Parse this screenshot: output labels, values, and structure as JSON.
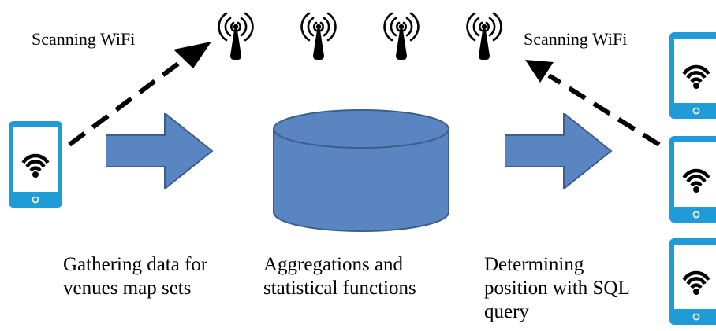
{
  "labels": {
    "scanning_left": "Scanning WiFi",
    "scanning_right": "Scanning WiFi"
  },
  "captions": {
    "gathering": [
      "Gathering data for",
      "venues map sets"
    ],
    "aggregation": [
      "Aggregations and",
      "statistical functions"
    ],
    "positioning": [
      "Determining",
      "position with SQL",
      "query"
    ]
  },
  "icons": {
    "phone": "smartphone-wifi-icon",
    "tower": "wifi-access-point-icon",
    "database": "database-cylinder-icon",
    "flow_arrow": "block-arrow-right-icon"
  },
  "colors": {
    "phone_blue": "#1F9BD7",
    "fill_blue": "#5B85C0",
    "stroke_blue": "#3A5F8E",
    "ink": "#000000"
  }
}
